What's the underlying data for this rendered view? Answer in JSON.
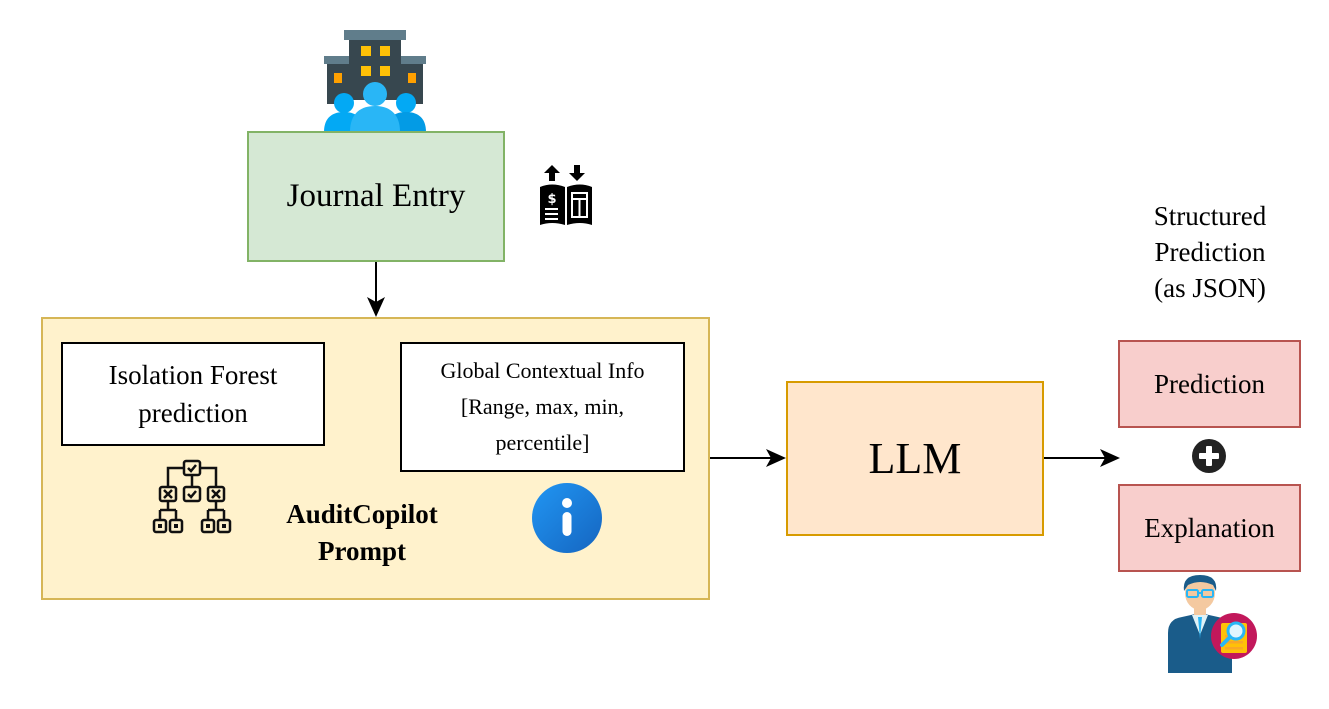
{
  "diagram": {
    "journal_entry": {
      "label": "Journal Entry"
    },
    "prompt": {
      "title_line1": "AuditCopilot",
      "title_line2": "Prompt",
      "isolation_forest": {
        "line1": "Isolation Forest",
        "line2": "prediction"
      },
      "global_context": {
        "line1": "Global Contextual Info",
        "line2": "[Range, max, min,",
        "line3": "percentile]"
      }
    },
    "llm": {
      "label": "LLM"
    },
    "output": {
      "heading_line1": "Structured",
      "heading_line2": "Prediction",
      "heading_line3": "(as JSON)",
      "prediction": "Prediction",
      "explanation": "Explanation"
    },
    "icons": [
      "office-building-people-icon",
      "ledger-transfer-icon",
      "decision-tree-icon",
      "info-icon",
      "plus-circle-icon",
      "auditor-icon"
    ],
    "colors": {
      "journal_fill": "#d5e8d4",
      "journal_border": "#82b366",
      "prompt_fill": "#fff2cc",
      "prompt_border": "#d6b656",
      "llm_fill": "#ffe6cc",
      "llm_border": "#d79b00",
      "output_fill": "#f8cecc",
      "output_border": "#b85450"
    }
  }
}
